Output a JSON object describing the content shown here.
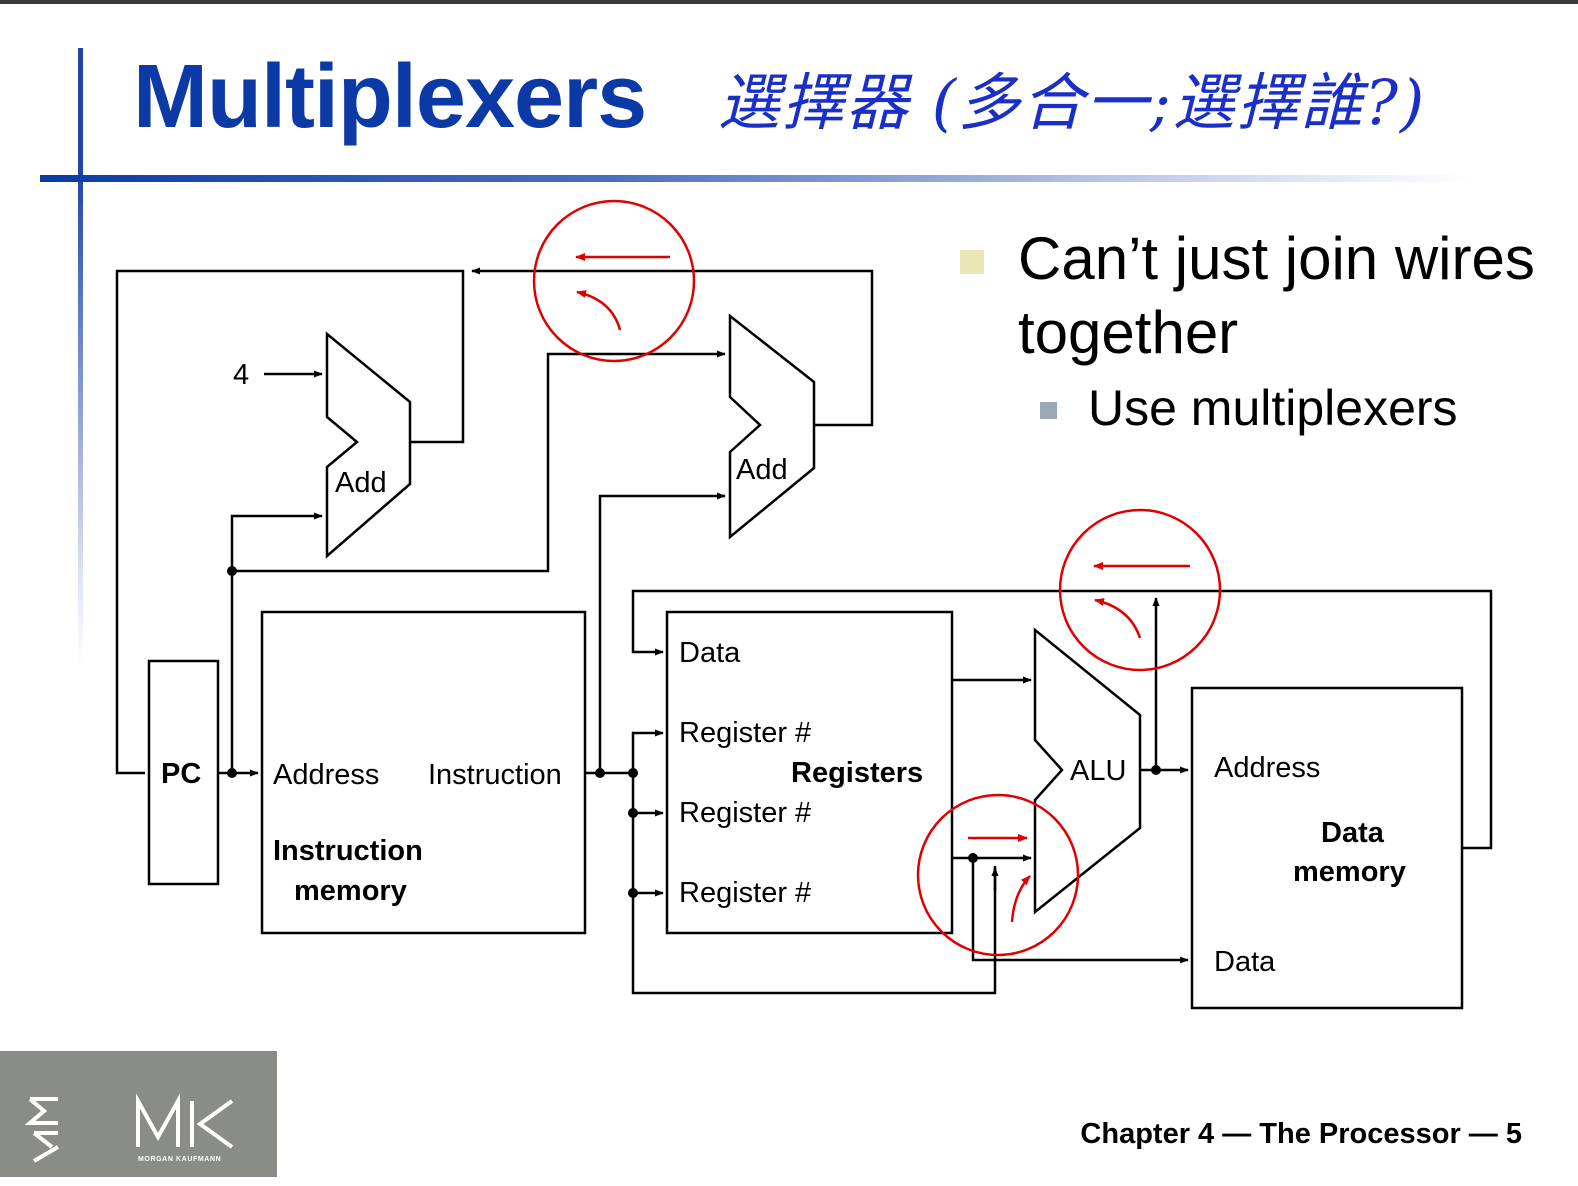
{
  "slide": {
    "title": "Multiplexers",
    "handwritten_note": "選擇器 (多合一;選擇誰?)",
    "footer": "Chapter 4 — The Processor — 5"
  },
  "bullets": [
    {
      "text": "Can’t just join wires together",
      "level": 1
    },
    {
      "text": "Use multiplexers",
      "level": 2
    }
  ],
  "diagram": {
    "const_four": "4",
    "add_label": "Add",
    "pc_label": "PC",
    "imem": {
      "address": "Address",
      "instruction": "Instruction",
      "name_line1": "Instruction",
      "name_line2": "memory"
    },
    "regs": {
      "data": "Data",
      "reg1": "Register #",
      "reg2": "Register #",
      "reg3": "Register #",
      "name": "Registers"
    },
    "alu_label": "ALU",
    "dmem": {
      "address": "Address",
      "name_line1": "Data",
      "name_line2": "memory",
      "data": "Data"
    }
  },
  "logo": {
    "text": "MK",
    "subtext": "MORGAN KAUFMANN"
  },
  "colors": {
    "title": "#0b3aa6",
    "annotation": "#e00000",
    "handwriting": "#1a2fc7"
  }
}
